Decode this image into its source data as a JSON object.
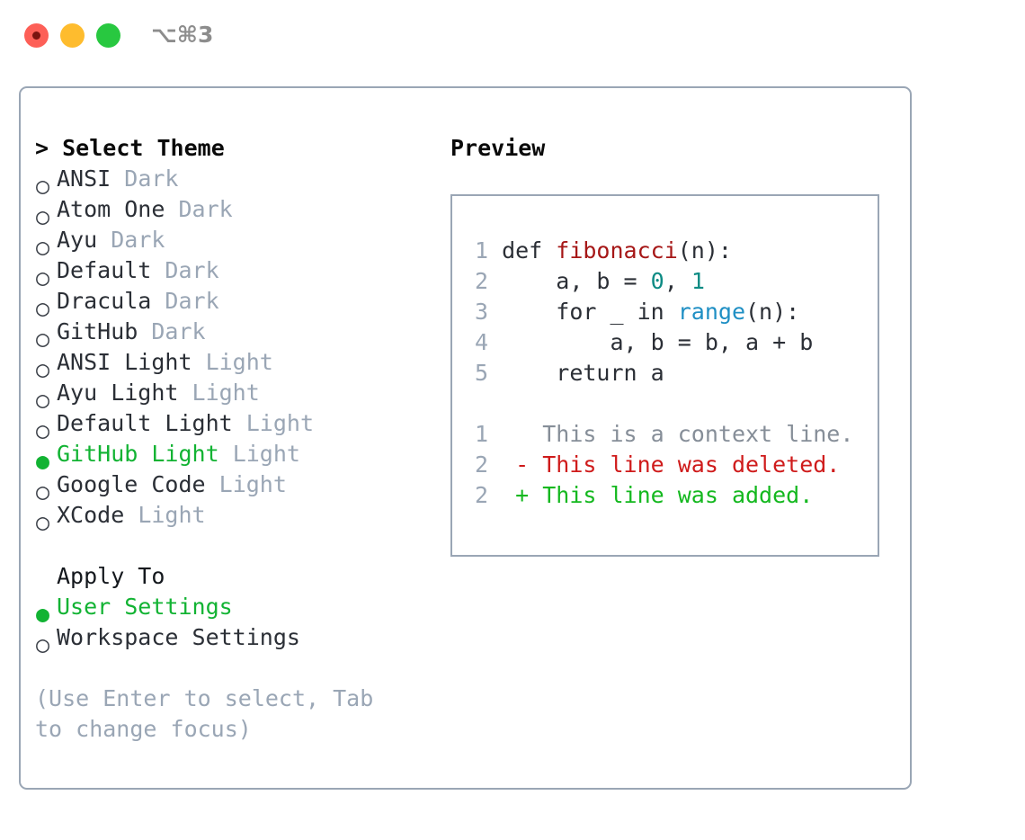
{
  "titlebar": {
    "shortcut_label": "⌥⌘3",
    "buttons": [
      {
        "name": "close",
        "color": "#fd5f57"
      },
      {
        "name": "minimize",
        "color": "#febc2e"
      },
      {
        "name": "zoom",
        "color": "#28c840"
      }
    ]
  },
  "theme_panel": {
    "heading_caret": ">",
    "heading": "Select Theme",
    "bullet_selected": "●",
    "bullet_unselected": "○",
    "selected_color": "#12b333",
    "items": [
      {
        "name": "ANSI",
        "kind": "Dark",
        "selected": false
      },
      {
        "name": "Atom One",
        "kind": "Dark",
        "selected": false
      },
      {
        "name": "Ayu",
        "kind": "Dark",
        "selected": false
      },
      {
        "name": "Default",
        "kind": "Dark",
        "selected": false
      },
      {
        "name": "Dracula",
        "kind": "Dark",
        "selected": false
      },
      {
        "name": "GitHub",
        "kind": "Dark",
        "selected": false
      },
      {
        "name": "ANSI Light",
        "kind": "Light",
        "selected": false
      },
      {
        "name": "Ayu Light",
        "kind": "Light",
        "selected": false
      },
      {
        "name": "Default Light",
        "kind": "Light",
        "selected": false
      },
      {
        "name": "GitHub Light",
        "kind": "Light",
        "selected": true
      },
      {
        "name": "Google Code",
        "kind": "Light",
        "selected": false
      },
      {
        "name": "XCode",
        "kind": "Light",
        "selected": false
      }
    ]
  },
  "apply_to": {
    "title": "Apply To",
    "options": [
      {
        "label": "User Settings",
        "selected": true
      },
      {
        "label": "Workspace Settings",
        "selected": false
      }
    ]
  },
  "hint": {
    "text": "(Use Enter to select, Tab to change focus)"
  },
  "preview": {
    "heading": "Preview",
    "code_lines": [
      {
        "n": "1",
        "tokens": [
          {
            "t": "def ",
            "c": "plain"
          },
          {
            "t": "fibonacci",
            "c": "fn"
          },
          {
            "t": "(n):",
            "c": "plain"
          }
        ]
      },
      {
        "n": "2",
        "tokens": [
          {
            "t": "    a, b = ",
            "c": "plain"
          },
          {
            "t": "0",
            "c": "num"
          },
          {
            "t": ", ",
            "c": "plain"
          },
          {
            "t": "1",
            "c": "num"
          }
        ]
      },
      {
        "n": "3",
        "tokens": [
          {
            "t": "    for _ in ",
            "c": "plain"
          },
          {
            "t": "range",
            "c": "builtin"
          },
          {
            "t": "(n):",
            "c": "plain"
          }
        ]
      },
      {
        "n": "4",
        "tokens": [
          {
            "t": "        a, b = b, a + b",
            "c": "plain"
          }
        ]
      },
      {
        "n": "5",
        "tokens": [
          {
            "t": "    return a",
            "c": "plain"
          }
        ]
      }
    ],
    "diff_lines": [
      {
        "n": "1",
        "marker": " ",
        "text": " This is a context line.",
        "kind": "context"
      },
      {
        "n": "2",
        "marker": "-",
        "text": " This line was deleted.",
        "kind": "del"
      },
      {
        "n": "2",
        "marker": "+",
        "text": " This line was added.",
        "kind": "add"
      }
    ]
  }
}
